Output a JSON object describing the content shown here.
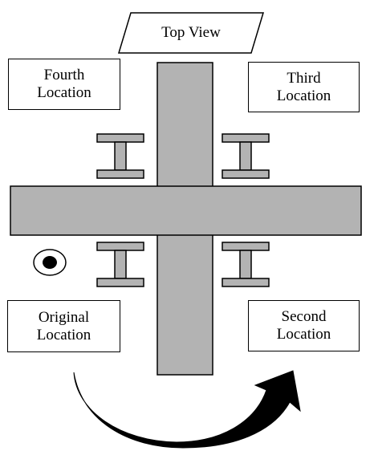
{
  "title": "Top View",
  "locations": {
    "fourth": "Fourth\nLocation",
    "third": "Third\nLocation",
    "original": "Original\nLocation",
    "second": "Second\nLocation"
  },
  "colors": {
    "beam_fill": "#b3b3b3",
    "stroke": "#000000",
    "background": "#ffffff"
  },
  "icons": {
    "marker": "target-marker-icon",
    "arrow": "curved-arrow-icon"
  }
}
